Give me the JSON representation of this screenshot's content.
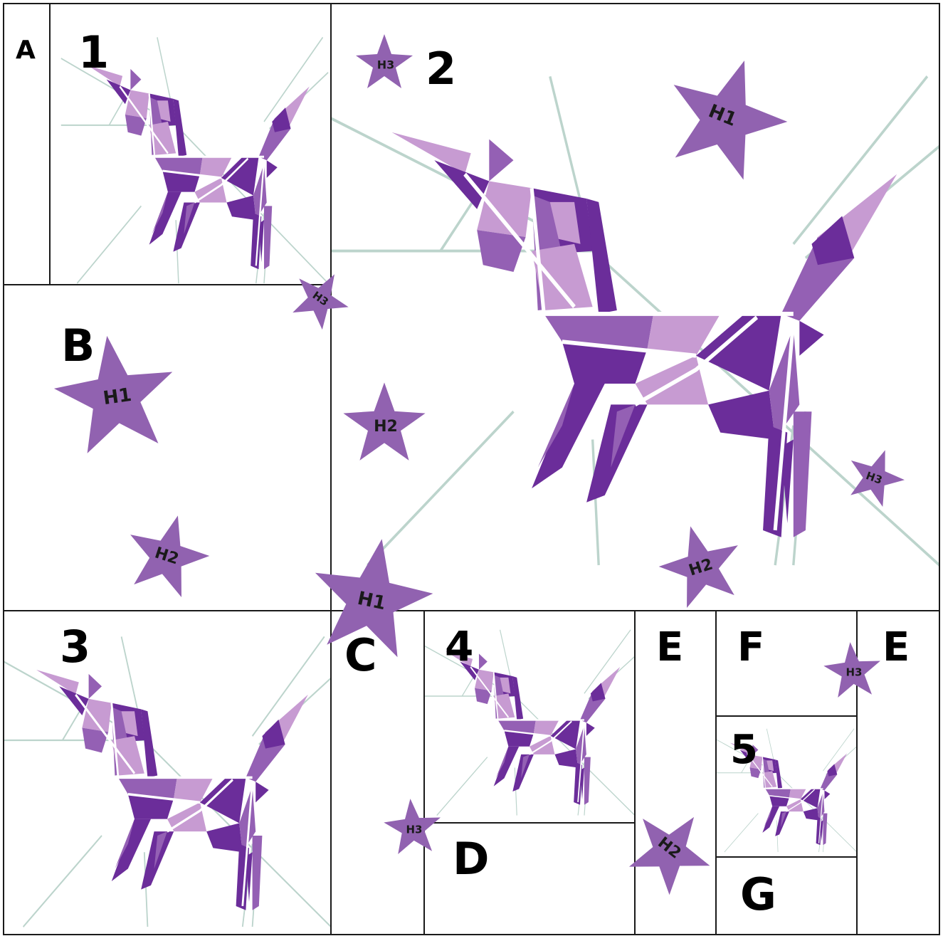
{
  "colors": {
    "dark": "#6b2d9a",
    "mid": "#9460b4",
    "light": "#c79bd2",
    "star": "#9162b0",
    "seam": "#bcd4cc",
    "border": "#1a1a1a"
  },
  "section_labels": {
    "A": "A",
    "B": "B",
    "C": "C",
    "D": "D",
    "E1": "E",
    "E2": "E",
    "F": "F",
    "G": "G"
  },
  "block_numbers": {
    "n1": "1",
    "n2": "2",
    "n3": "3",
    "n4": "4",
    "n5": "5"
  },
  "stars": {
    "h1": "H1",
    "h2": "H2",
    "h3": "H3"
  }
}
